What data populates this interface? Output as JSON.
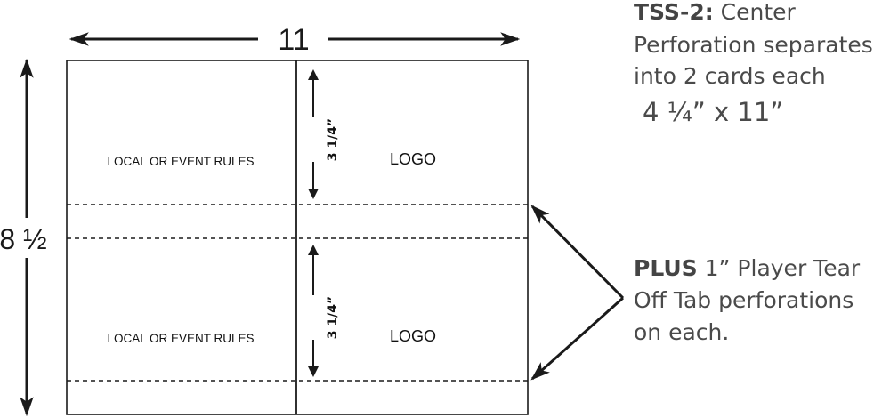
{
  "width_label": "11",
  "height_label": "8 ½",
  "cards": {
    "left_text": "LOCAL OR EVENT RULES",
    "right_text": "LOGO",
    "vertical_dim": "3 1/4”"
  },
  "top_note": {
    "bold": "TSS-2:",
    "line1_rest": " Center",
    "line2": "Perforation separates",
    "line3": "into 2 cards each",
    "line4": "4 ¼” x 11”"
  },
  "bottom_note": {
    "bold": "PLUS",
    "line1_rest": " 1” Player Tear",
    "line2": "Off Tab perforations",
    "line3": "on each."
  },
  "colors": {
    "ink": "#1a1a1a",
    "note_text": "#4a4a4a"
  }
}
